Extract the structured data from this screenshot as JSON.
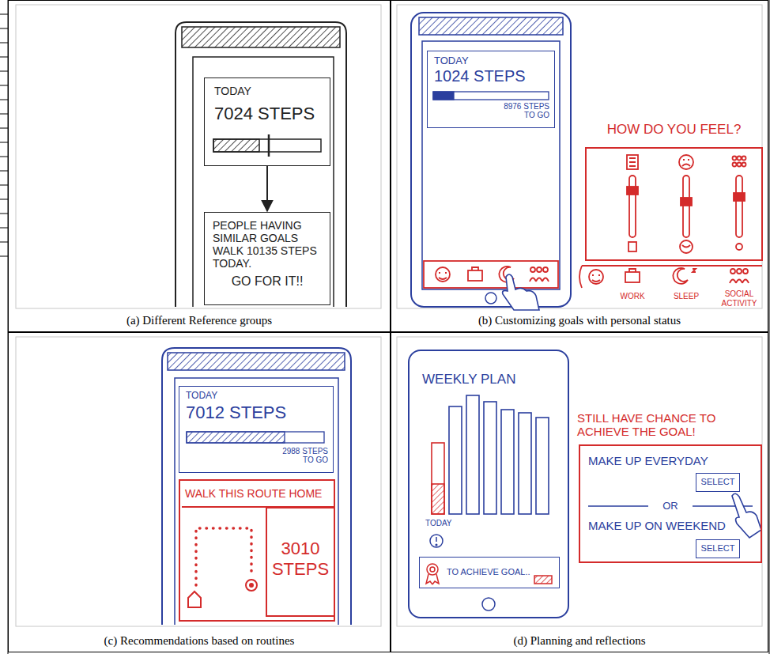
{
  "diagram": {
    "nodes": [
      {
        "text": [
          "(a) Different Reference groups"
        ]
      },
      {
        "text": [
          "TODAY",
          "7024 STEPS"
        ],
        "in": 0
      },
      {
        "text": [
          "PEOPLE HAVING SIMILAR GOALS WALK 10135 STEPS TODAY.",
          "GO FOR IT!!"
        ],
        "in": 0
      },
      {
        "text": [
          "(b) Customizing goals with personal status"
        ]
      },
      {
        "text": [
          "TODAY",
          "1024 STEPS",
          "8976 STEPS TO GO"
        ],
        "in": 3
      },
      {
        "text": [
          "HOW DO YOU FEEL?"
        ],
        "in": 3
      },
      {
        "text": [
          "(c) Recommendations based on routines"
        ]
      },
      {
        "text": [
          "TODAY",
          "7012 STEPS",
          "2988 STEPS TO GO"
        ],
        "in": 6
      },
      {
        "text": [
          "WALK THIS ROUTE HOME"
        ],
        "in": 6
      },
      {
        "text": [
          "3010 STEPS"
        ],
        "in": 8
      },
      {
        "text": [
          "(d) Planning and reflections"
        ]
      },
      {
        "text": [
          "WEEKLY PLAN",
          "TODAY"
        ],
        "in": 10
      },
      {
        "text": [
          "TO ACHIEVE GOAL.."
        ],
        "in": 11
      },
      {
        "text": [
          "STILL HAVE CHANCE TO ACHIEVE THE GOAL!",
          "MAKE UP EVERYDAY",
          "OR",
          "MAKE UP ON WEEKEND"
        ],
        "in": 10
      },
      {
        "text": [
          "SELECT"
        ],
        "in": 13
      },
      {
        "text": [
          "SELECT"
        ],
        "in": 13
      }
    ],
    "edges": [
      {
        "from": 1,
        "to": 2,
        "arrow": "to"
      }
    ],
    "labels": [
      "WORK",
      "SLEEP",
      "SOCIAL ACTIVITY"
    ]
  }
}
